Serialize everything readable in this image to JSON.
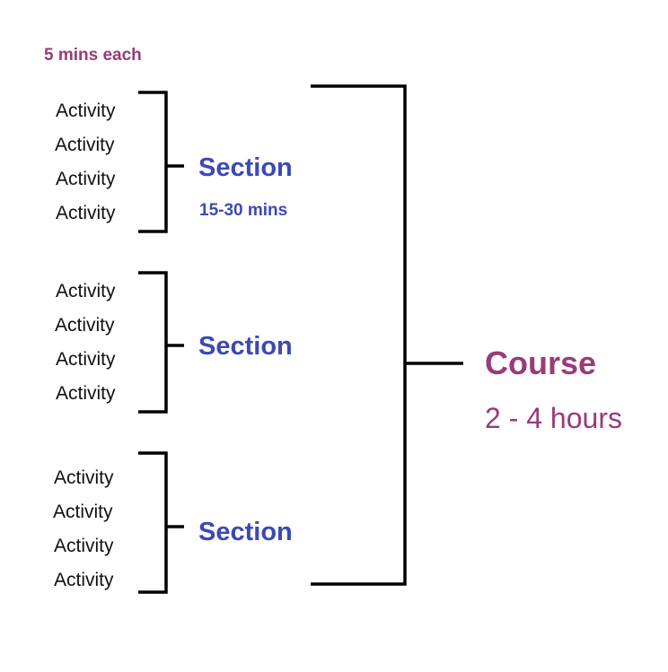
{
  "colors": {
    "purple": "#9a3a7a",
    "blue": "#3b49b7",
    "line": "#000000"
  },
  "activity_note": "5 mins each",
  "sections": [
    {
      "label": "Section",
      "duration": "15-30 mins",
      "activities": [
        "Activity",
        "Activity",
        "Activity",
        "Activity"
      ]
    },
    {
      "label": "Section",
      "duration": "",
      "activities": [
        "Activity",
        "Activity",
        "Activity",
        "Activity"
      ]
    },
    {
      "label": "Section",
      "duration": "",
      "activities": [
        "Activity",
        "Activity",
        "Activity",
        "Activity"
      ]
    }
  ],
  "course": {
    "label": "Course",
    "duration": "2 - 4 hours"
  }
}
